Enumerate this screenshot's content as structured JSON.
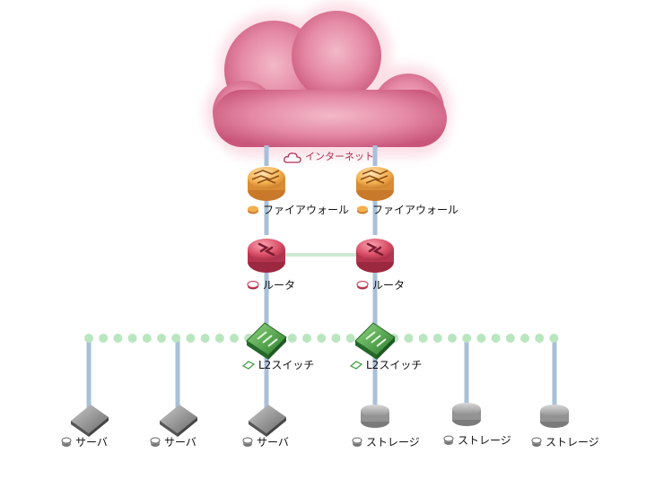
{
  "cloud": {
    "label": "インターネット"
  },
  "firewalls": [
    {
      "label": "ファイアウォール"
    },
    {
      "label": "ファイアウォール"
    }
  ],
  "routers": [
    {
      "label": "ルータ"
    },
    {
      "label": "ルータ"
    }
  ],
  "switches": [
    {
      "label": "L2スイッチ"
    },
    {
      "label": "L2スイッチ"
    }
  ],
  "servers": [
    {
      "label": "サーバ"
    },
    {
      "label": "サーバ"
    },
    {
      "label": "サーバ"
    }
  ],
  "storages": [
    {
      "label": "ストレージ"
    },
    {
      "label": "ストレージ"
    },
    {
      "label": "ストレージ"
    }
  ],
  "colors": {
    "cloud": "#e17c9b",
    "cloud_glow": "#fbe3ea",
    "link": "#a8c0d8",
    "router_link": "#cfe8d2",
    "segment_dots": "#b9e6bf",
    "firewall": "#e9a24a",
    "router": "#d24b63",
    "switch": "#3e9a3f",
    "server": "#8a8a8a",
    "storage": "#a0a0a0",
    "internet_label": "#b0304e"
  }
}
